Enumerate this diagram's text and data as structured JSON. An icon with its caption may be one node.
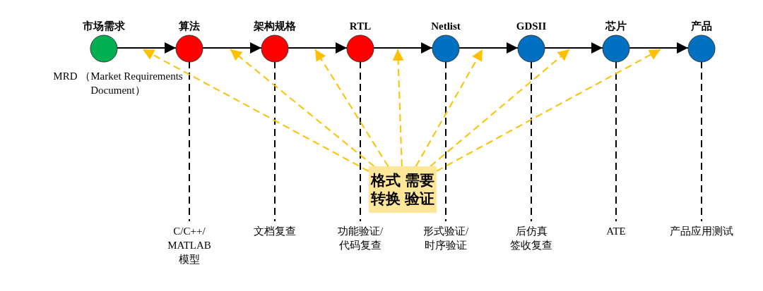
{
  "diagram": {
    "nodes": [
      {
        "text": [
          "市场需求"
        ],
        "beside": [
          "MRD （Market Requirements Document）"
        ]
      },
      {
        "text": [
          "算法"
        ]
      },
      {
        "text": [
          "架构规格"
        ]
      },
      {
        "text": [
          "RTL"
        ]
      },
      {
        "text": [
          "Netlist"
        ]
      },
      {
        "text": [
          "GDSII"
        ]
      },
      {
        "text": [
          "芯片"
        ]
      },
      {
        "text": [
          "产品"
        ]
      },
      {
        "text": [
          "C/C++/ MATLAB 模型"
        ]
      },
      {
        "text": [
          "文档复查"
        ]
      },
      {
        "text": [
          "功能验证/ 代码复查"
        ]
      },
      {
        "text": [
          "形式验证/ 时序验证"
        ]
      },
      {
        "text": [
          "后仿真签收复查"
        ]
      },
      {
        "text": [
          "ATE"
        ]
      },
      {
        "text": [
          "产品应用测试"
        ]
      },
      {
        "text": [
          "格式转换需要验证"
        ]
      }
    ],
    "edges": [
      {
        "from": 0,
        "to": 1,
        "arrow": "to"
      },
      {
        "from": 1,
        "to": 2,
        "arrow": "to"
      },
      {
        "from": 2,
        "to": 3,
        "arrow": "to"
      },
      {
        "from": 3,
        "to": 4,
        "arrow": "to"
      },
      {
        "from": 4,
        "to": 5,
        "arrow": "to"
      },
      {
        "from": 5,
        "to": 6,
        "arrow": "to"
      },
      {
        "from": 6,
        "to": 7,
        "arrow": "to"
      },
      {
        "from": 1,
        "to": 8,
        "arrow": "none",
        "style": "dashed"
      },
      {
        "from": 2,
        "to": 9,
        "arrow": "none",
        "style": "dashed"
      },
      {
        "from": 3,
        "to": 10,
        "arrow": "none",
        "style": "dashed"
      },
      {
        "from": 4,
        "to": 11,
        "arrow": "none",
        "style": "dashed"
      },
      {
        "from": 5,
        "to": 12,
        "arrow": "none",
        "style": "dashed"
      },
      {
        "from": 6,
        "to": 13,
        "arrow": "none",
        "style": "dashed"
      },
      {
        "from": 7,
        "to": 14,
        "arrow": "none",
        "style": "dashed"
      },
      {
        "from": 15,
        "to": null,
        "arrow": "to",
        "style": "dashed",
        "color": "#ffc000"
      },
      {
        "from": 15,
        "to": null,
        "arrow": "to",
        "style": "dashed",
        "color": "#ffc000"
      },
      {
        "from": 15,
        "to": null,
        "arrow": "to",
        "style": "dashed",
        "color": "#ffc000"
      },
      {
        "from": 15,
        "to": null,
        "arrow": "to",
        "style": "dashed",
        "color": "#ffc000"
      },
      {
        "from": 15,
        "to": null,
        "arrow": "to",
        "style": "dashed",
        "color": "#ffc000"
      },
      {
        "from": 15,
        "to": null,
        "arrow": "to",
        "style": "dashed",
        "color": "#ffc000"
      },
      {
        "from": 15,
        "to": null,
        "arrow": "to",
        "style": "dashed",
        "color": "#ffc000"
      }
    ]
  }
}
